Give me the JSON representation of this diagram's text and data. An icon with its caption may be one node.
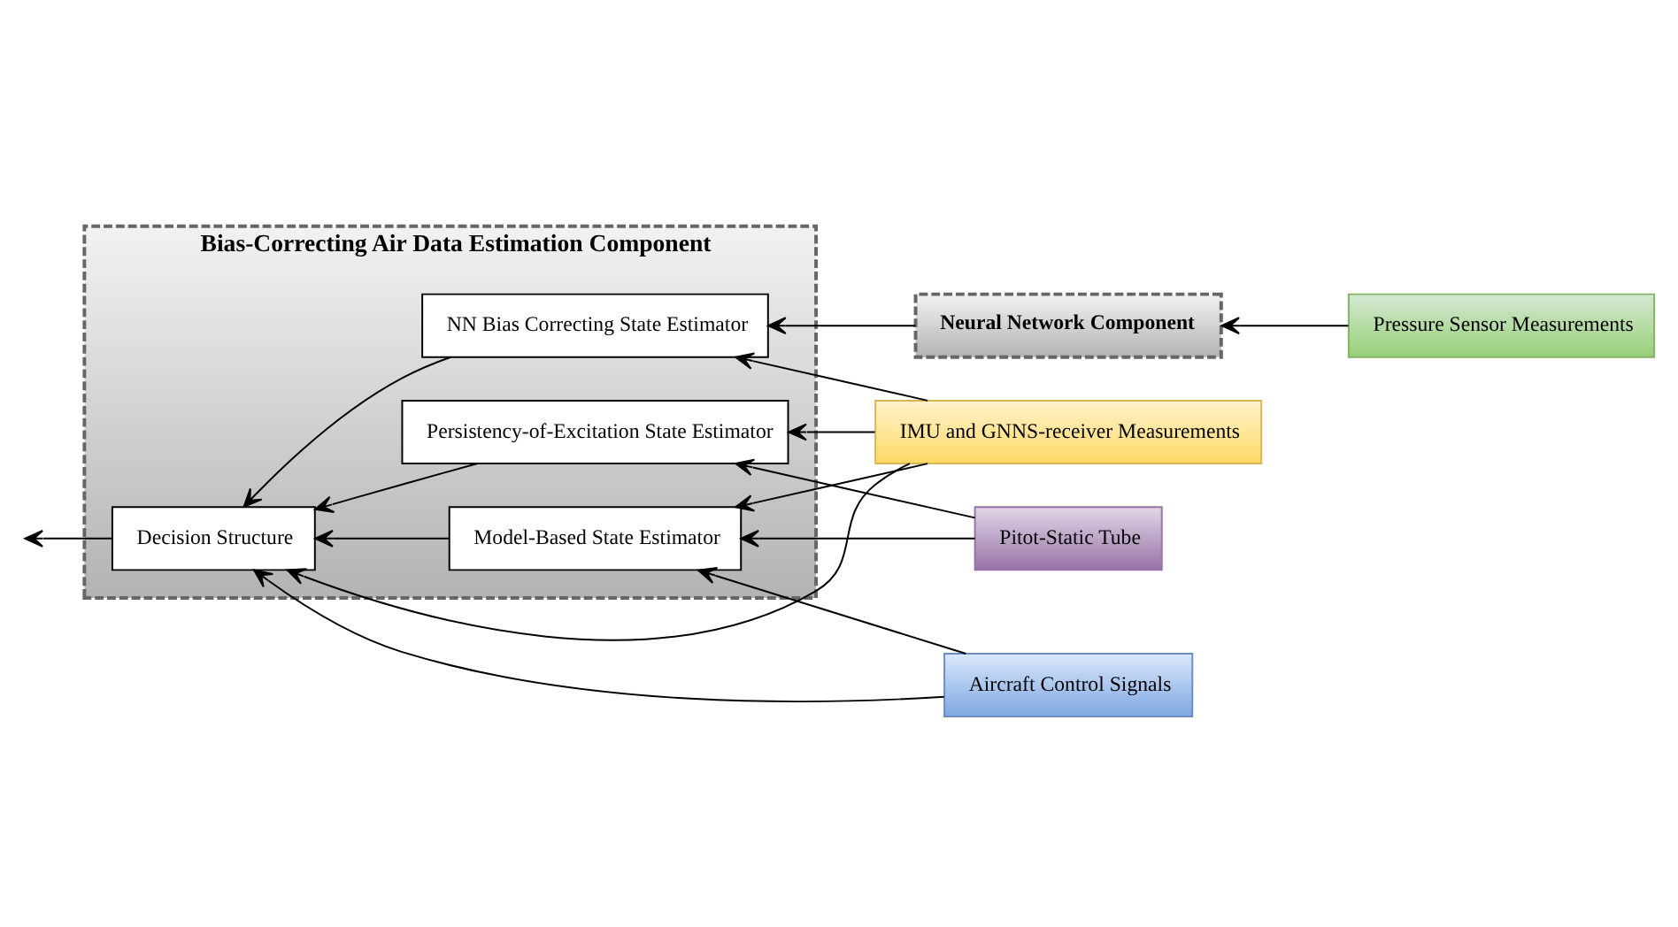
{
  "diagram": {
    "nodes": [
      {
        "text": [
          "Bias-Correcting Air Data Estimation Component"
        ]
      },
      {
        "text": [
          "Persistency-of-Excitation State Estimator"
        ],
        "in": 0
      },
      {
        "text": [
          "Decision Structure"
        ],
        "in": 0
      },
      {
        "text": [
          "Model-Based State Estimator"
        ],
        "in": 0
      },
      {
        "text": [
          "NN Bias Correcting State Estimator"
        ],
        "in": 0
      },
      {
        "text": [
          "Pitot-Static Tube"
        ]
      },
      {
        "text": [
          "IMU and GNNS-receiver Measurements"
        ]
      },
      {
        "text": [
          "Neural Network Component"
        ]
      },
      {
        "text": [
          "Pressure Sensor Measurements"
        ]
      },
      {
        "text": [
          "Aircraft Control Signals"
        ]
      }
    ],
    "edges": [
      {
        "from": 2,
        "to": null,
        "arrow": "to"
      },
      {
        "from": 1,
        "to": 2,
        "arrow": "to"
      },
      {
        "from": 3,
        "to": 2,
        "arrow": "to"
      },
      {
        "from": 4,
        "to": 2,
        "arrow": "to"
      },
      {
        "from": 5,
        "to": 1,
        "arrow": "to"
      },
      {
        "from": 5,
        "to": 3,
        "arrow": "to"
      },
      {
        "from": 6,
        "to": 1,
        "arrow": "to"
      },
      {
        "from": 6,
        "to": 2,
        "arrow": "to"
      },
      {
        "from": 6,
        "to": 3,
        "arrow": "to"
      },
      {
        "from": 6,
        "to": 4,
        "arrow": "to"
      },
      {
        "from": 7,
        "to": 4,
        "arrow": "to"
      },
      {
        "from": 8,
        "to": 7,
        "arrow": "to"
      },
      {
        "from": 9,
        "to": 2,
        "arrow": "to"
      },
      {
        "from": 9,
        "to": 3,
        "arrow": "to"
      }
    ]
  }
}
